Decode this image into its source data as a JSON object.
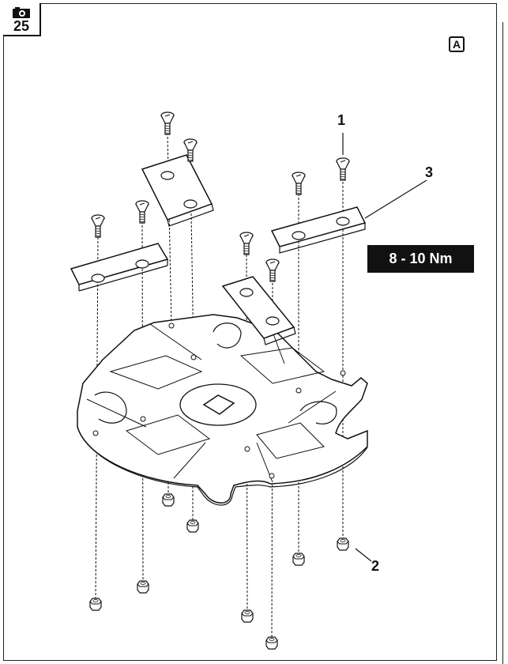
{
  "header": {
    "step_number": "25",
    "camera_icon": "camera-icon",
    "variant_label": "A"
  },
  "torque_spec": "8 - 10 Nm",
  "callouts": [
    "1",
    "2",
    "3"
  ]
}
